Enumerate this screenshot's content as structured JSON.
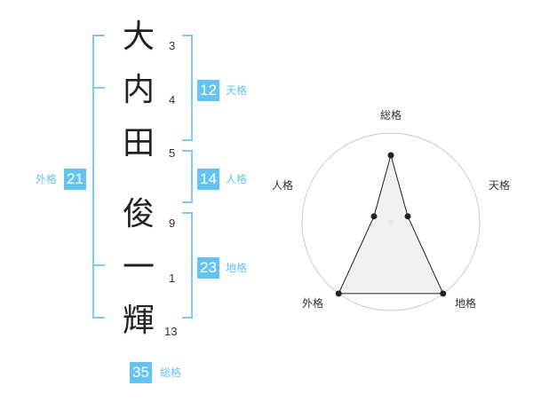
{
  "colors": {
    "accent": "#64c3f5",
    "bracket": "#7cc9f2",
    "text": "#222222",
    "radar_fill": "#eeeeee",
    "radar_line": "#222222",
    "grid": "#cccccc"
  },
  "name": {
    "characters": [
      {
        "char": "大",
        "strokes": "3"
      },
      {
        "char": "内",
        "strokes": "4"
      },
      {
        "char": "田",
        "strokes": "5"
      },
      {
        "char": "俊",
        "strokes": "9"
      },
      {
        "char": "一",
        "strokes": "1"
      },
      {
        "char": "輝",
        "strokes": "13"
      }
    ]
  },
  "fortunes": {
    "tenkaku": {
      "value": "12",
      "label": "天格"
    },
    "jinkaku": {
      "value": "14",
      "label": "人格"
    },
    "chikaku": {
      "value": "23",
      "label": "地格"
    },
    "gaikaku": {
      "value": "21",
      "label": "外格"
    },
    "soukaku": {
      "value": "35",
      "label": "総格"
    }
  },
  "radar": {
    "axes": [
      "総格",
      "天格",
      "地格",
      "外格",
      "人格"
    ],
    "levels": 5,
    "values": [
      0.75,
      0.2,
      1.0,
      1.0,
      0.2
    ]
  }
}
